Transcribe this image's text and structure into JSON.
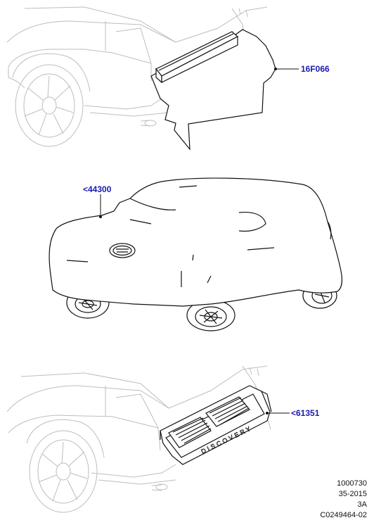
{
  "callouts": {
    "trunk_liner": "16F066",
    "car_cover": "<44300",
    "cargo_cover": "<61351"
  },
  "cover_lettering": "DISCOVERY",
  "refs": {
    "line1": "1000730",
    "line2": "35-2015",
    "line3": "3A",
    "line4": "C0249464-02"
  },
  "colors": {
    "callout": "#1a1ab0",
    "ghost_line": "#bdbdbd",
    "ink": "#111111"
  }
}
